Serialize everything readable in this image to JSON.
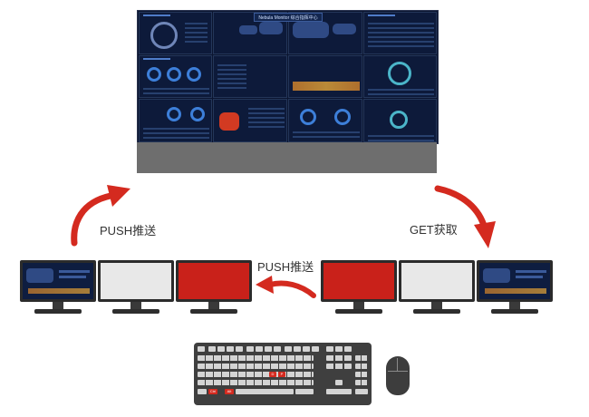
{
  "colors": {
    "accent_red": "#d42a1f",
    "monitor_dark": "#0e1d40",
    "monitor_grey": "#e8e8e8",
    "monitor_red": "#c9211a"
  },
  "labels": {
    "push_left": "PUSH推送",
    "push_middle": "PUSH推送",
    "get_right": "GET获取"
  },
  "video_wall": {
    "title": "Nebula Monitor 综合指挥中心"
  },
  "keyboard": {
    "hot_keys": [
      "D",
      "P",
      "Ctrl",
      "Alt"
    ]
  },
  "monitors_left": [
    {
      "state": "dashboard"
    },
    {
      "state": "blank-grey"
    },
    {
      "state": "red"
    }
  ],
  "monitors_right": [
    {
      "state": "red"
    },
    {
      "state": "blank-grey"
    },
    {
      "state": "dashboard"
    }
  ],
  "icons": [
    "arrow-up-curved-icon",
    "arrow-down-curved-icon",
    "arrow-left-curved-icon"
  ]
}
